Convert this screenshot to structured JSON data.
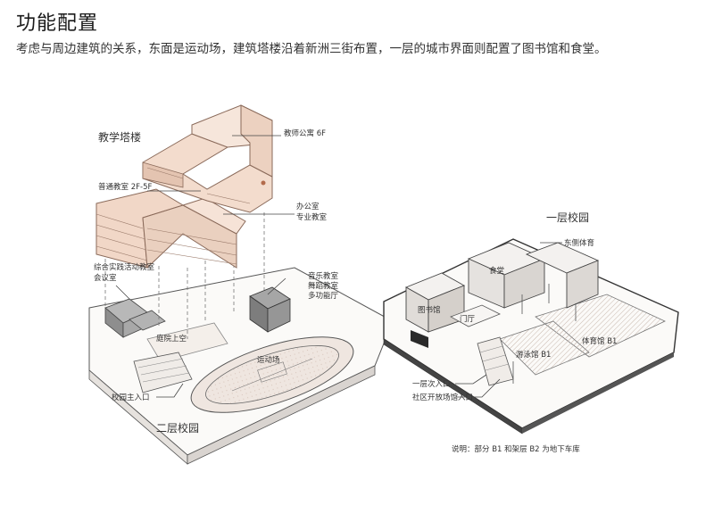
{
  "header": {
    "title": "功能配置",
    "subtitle": "考虑与周边建筑的关系，东面是运动场，建筑塔楼沿着新洲三街布置，一层的城市界面则配置了图书馆和食堂。"
  },
  "left_diagram": {
    "heading": "教学塔楼",
    "caption": "二层校园",
    "labels": {
      "teacher_apartment": "教师公寓 6F",
      "regular_classroom": "普通教室 2F-5F",
      "office_special": "办公室\n专业教室",
      "comprehensive": "综合实践活动教室\n会议室",
      "music_dance": "音乐教室\n舞蹈教室\n多功能厅",
      "courtyard": "庭院上空",
      "sports_field": "运动场",
      "main_entrance": "校园主入口"
    }
  },
  "right_diagram": {
    "heading": "一层校园",
    "labels": {
      "east_gym": "东侧体育",
      "canteen": "食堂",
      "library": "图书馆",
      "hall": "门厅",
      "gym_b1": "体育馆 B1",
      "natatorium_b1": "游泳馆 B1",
      "secondary_entrance": "一层次入口",
      "community_entrance": "社区开放场馆入口"
    },
    "note": "说明：部分 B1 和架层 B2 为地下车库"
  },
  "colors": {
    "tower_fill": "#f1d7c7",
    "tower_stroke": "#8a6a5a",
    "massing_gray": "#9a9a9a",
    "line": "#444444",
    "track_fill": "#efe6e0"
  }
}
